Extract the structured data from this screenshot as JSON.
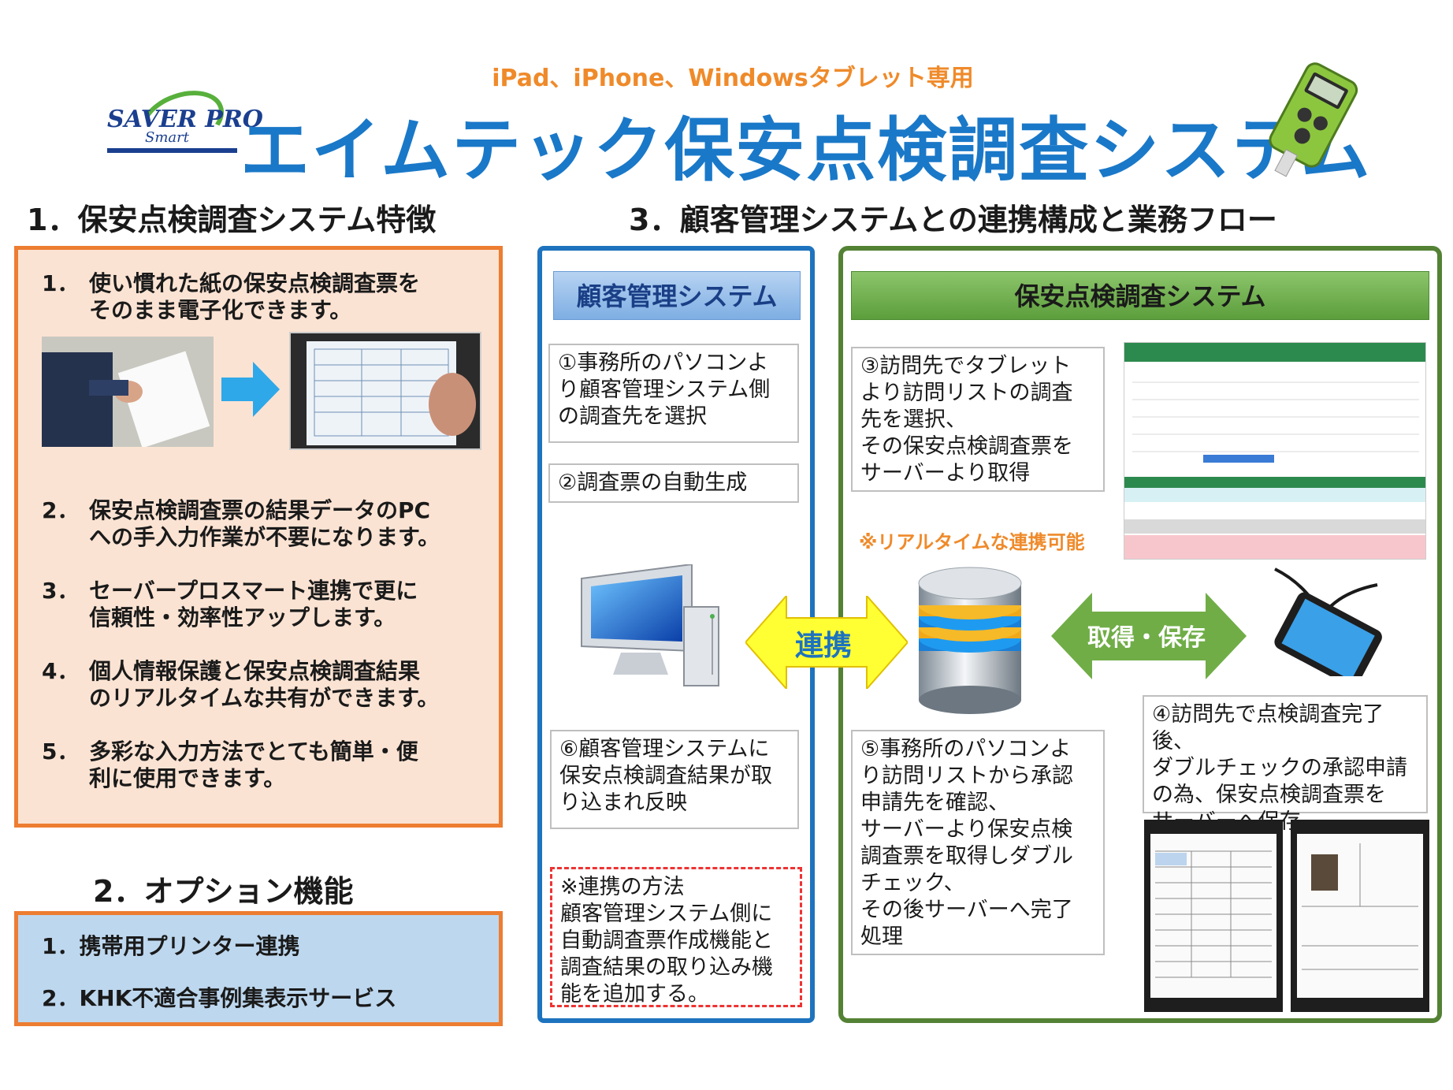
{
  "header": {
    "subtitle": "iPad、iPhone、Windowsタブレット専用",
    "title": "エイムテック保安点検調査システム",
    "logo_main": "SAVER PRO",
    "logo_sub": "Smart"
  },
  "section1": {
    "title": "1．保安点検調査システム特徴",
    "features": [
      {
        "num": "1．",
        "text": "使い慣れた紙の保安点検調査票を\nそのまま電子化できます。"
      },
      {
        "num": "2．",
        "text": "保安点検調査票の結果データのPC\nへの手入力作業が不要になります。"
      },
      {
        "num": "3．",
        "text": "セーバープロスマート連携で更に\n信頼性・効率性アップします。"
      },
      {
        "num": "4．",
        "text": "個人情報保護と保安点検調査結果\nのリアルタイムな共有ができます。"
      },
      {
        "num": "5．",
        "text": "多彩な入力方法でとても簡単・便\n利に使用できます。"
      }
    ]
  },
  "section2": {
    "title": "2．オプション機能",
    "options": [
      "1．携帯用プリンター連携",
      "2．KHK不適合事例集表示サービス"
    ]
  },
  "section3": {
    "title": "3．顧客管理システムとの連携構成と業務フロー",
    "customer_system": {
      "header": "顧客管理システム",
      "step1": "①事務所のパソコンよ\nり顧客管理システム側\nの調査先を選択",
      "step2": "②調査票の自動生成",
      "step6": "⑥顧客管理システムに\n保安点検調査結果が取\nり込まれ反映",
      "note": "※連携の方法\n顧客管理システム側に\n自動調査票作成機能と\n調査結果の取り込み機\n能を追加する。"
    },
    "inspection_system": {
      "header": "保安点検調査システム",
      "step3": "③訪問先でタブレット\nより訪問リストの調査\n先を選択、\nその保安点検調査票を\nサーバーより取得",
      "realtime": "※リアルタイムな連携可能",
      "step4": "④訪問先で点検調査完了後、\nダブルチェックの承認申請\nの為、保安点検調査票を\nサーバーへ保存",
      "step5": "⑤事務所のパソコンよ\nり訪問リストから承認\n申請先を確認、\nサーバーより保安点検\n調査票を取得しダブル\nチェック、\nその後サーバーへ完了\n処理"
    },
    "arrows": {
      "link": "連携",
      "get_save": "取得・保存"
    }
  },
  "colors": {
    "title_blue": "#1a78c8",
    "orange": "#ed7d31",
    "feature_bg": "#fbe3d3",
    "option_bg": "#bdd7ee",
    "blue_border": "#1e73be",
    "green_border": "#548235",
    "arrow_yellow": "#ffff33",
    "arrow_green": "#70ad47"
  },
  "icons": [
    "desktop-computer-icon",
    "database-icon",
    "tablet-icon",
    "gas-detector-icon",
    "right-arrow-icon"
  ]
}
